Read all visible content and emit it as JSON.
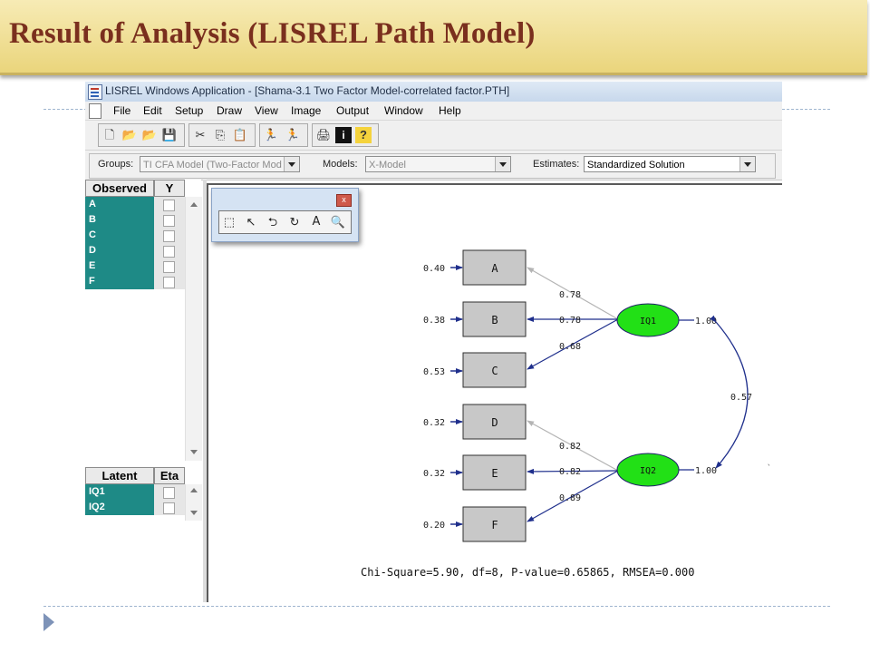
{
  "slide": {
    "title": "Result of Analysis (LISREL Path Model)"
  },
  "window": {
    "title": "LISREL Windows Application - [Shama-3.1 Two Factor Model-correlated factor.PTH]"
  },
  "menu": [
    "File",
    "Edit",
    "Setup",
    "Draw",
    "View",
    "Image",
    "Output",
    "Window",
    "Help"
  ],
  "toolbar": {
    "group1": [
      "new-file-icon",
      "open-folder-icon",
      "open-folder-alt-icon",
      "save-disk-icon"
    ],
    "group2": [
      "cut-icon",
      "copy-icon",
      "paste-icon"
    ],
    "group3": [
      "run-lisrel-icon",
      "run-prelis-icon"
    ],
    "group4": [
      "print-icon",
      "info-icon",
      "help-icon"
    ]
  },
  "selectors": {
    "groups_label": "Groups:",
    "groups_value": "TI CFA Model (Two-Factor Mod",
    "models_label": "Models:",
    "models_value": "X-Model",
    "estimates_label": "Estimates:",
    "estimates_value": "Standardized Solution"
  },
  "observed_panel": {
    "header": "Observed",
    "type_header": "Y",
    "items": [
      "A",
      "B",
      "C",
      "D",
      "E",
      "F"
    ]
  },
  "latent_panel": {
    "header": "Latent",
    "type_header": "Eta",
    "items": [
      "IQ1",
      "IQ2"
    ]
  },
  "palette": {
    "close": "x",
    "tools": [
      {
        "icon": "select-rectangle-icon",
        "glyph": "⬚"
      },
      {
        "icon": "arrow-tool-icon",
        "glyph": "↖"
      },
      {
        "icon": "curved-arrow-left-icon",
        "glyph": "⮌"
      },
      {
        "icon": "curved-arrow-right-icon",
        "glyph": "↻"
      },
      {
        "icon": "text-tool-icon",
        "glyph": "A"
      },
      {
        "icon": "zoom-icon",
        "glyph": "🔍"
      }
    ]
  },
  "path_model": {
    "observed": [
      {
        "name": "A",
        "error": "0.40"
      },
      {
        "name": "B",
        "error": "0.38"
      },
      {
        "name": "C",
        "error": "0.53"
      },
      {
        "name": "D",
        "error": "0.32"
      },
      {
        "name": "E",
        "error": "0.32"
      },
      {
        "name": "F",
        "error": "0.20"
      }
    ],
    "latent": [
      {
        "name": "IQ1",
        "variance": "1.00",
        "loadings": [
          "0.78",
          "0.78",
          "0.68"
        ]
      },
      {
        "name": "IQ2",
        "variance": "1.00",
        "loadings": [
          "0.82",
          "0.82",
          "0.89"
        ]
      }
    ],
    "correlation": "0.57",
    "fit_stats": "Chi-Square=5.90, df=8, P-value=0.65865, RMSEA=0.000"
  },
  "colors": {
    "slide_title": "#7a2f1e",
    "teal_cells": "#1e8a86",
    "latent_fill": "#22e016",
    "arrow_dark": "#1f2f8c",
    "arrow_light": "#b4b4b4"
  }
}
